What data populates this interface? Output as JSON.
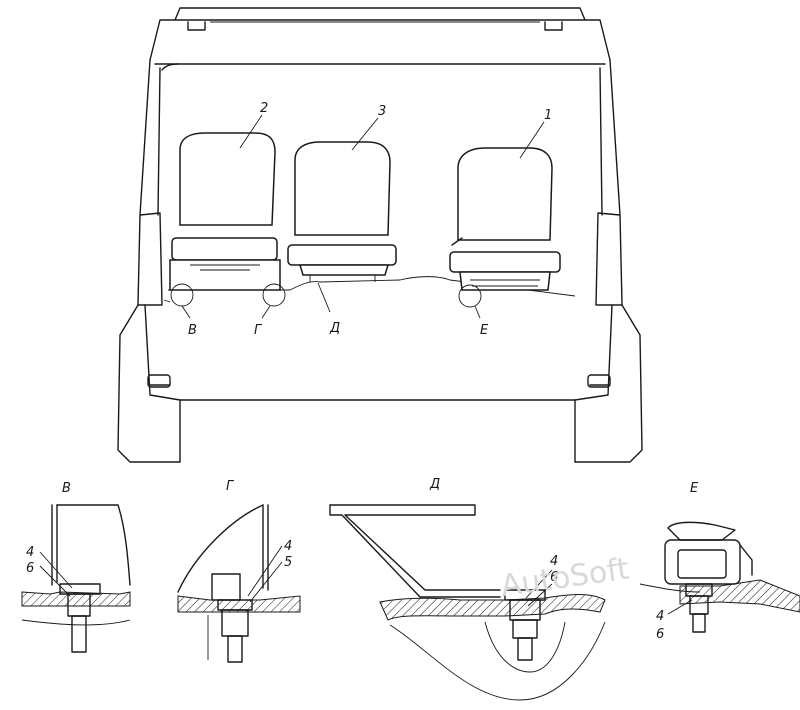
{
  "callouts": {
    "seat_1": "1",
    "seat_2": "2",
    "seat_3": "3",
    "view_v": "В",
    "view_g": "Г",
    "view_d": "Д",
    "view_e": "Е"
  },
  "details": {
    "v": {
      "title": "В",
      "part_a": "4",
      "part_b": "6"
    },
    "g": {
      "title": "Г",
      "part_a": "4",
      "part_b": "5"
    },
    "d": {
      "title": "Д",
      "part_a": "4",
      "part_b": "6"
    },
    "e": {
      "title": "Е",
      "part_a": "4",
      "part_b": "6"
    }
  },
  "watermark": "AutoSoft",
  "colors": {
    "line": "#1a1a1a",
    "background": "#ffffff",
    "hatch": "#1a1a1a"
  }
}
